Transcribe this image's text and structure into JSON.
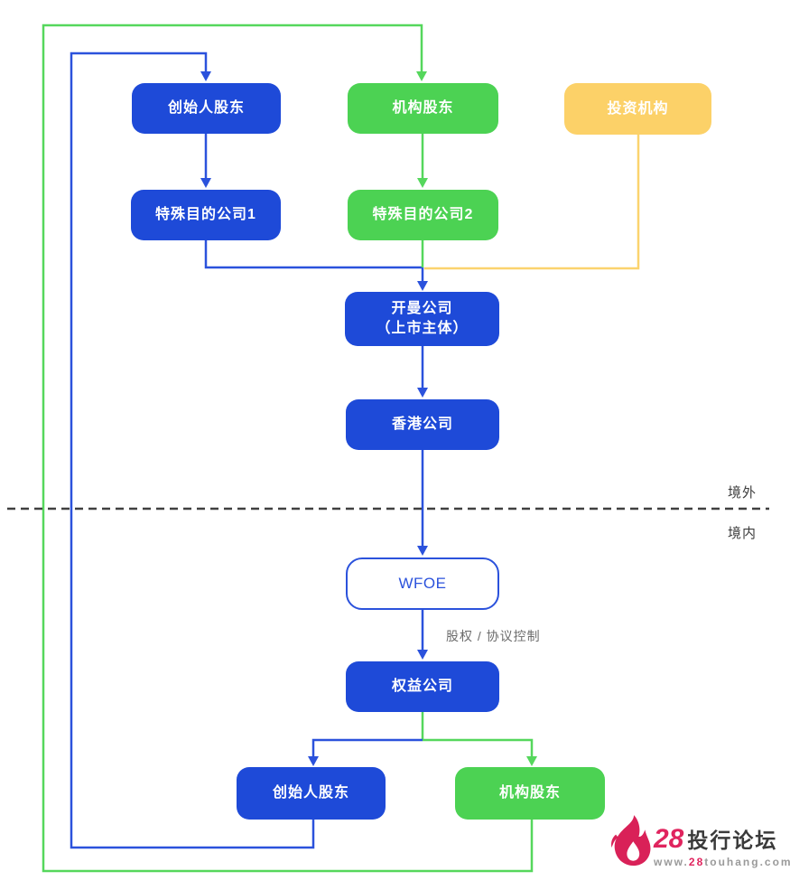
{
  "colors": {
    "blue_box": "#1e4ad8",
    "blue_line": "#2b52dc",
    "green_box": "#4cd253",
    "green_line": "#55d75c",
    "yellow_box": "#fcd168",
    "yellow_line": "#fbd36e",
    "divider": "#404040",
    "gray_label": "#6b6b6b",
    "logo_pink": "#e0245e",
    "logo_dark": "#3a3a3a",
    "logo_gray": "#9a9a9a"
  },
  "nodes": {
    "founder_top": "创始人股东",
    "institution_top": "机构股东",
    "investor": "投资机构",
    "spv1": "特殊目的公司1",
    "spv2": "特殊目的公司2",
    "cayman_line1": "开曼公司",
    "cayman_line2": "（上市主体）",
    "hongkong": "香港公司",
    "wfoe": "WFOE",
    "equity_company": "权益公司",
    "founder_bottom": "创始人股东",
    "institution_bottom": "机构股东"
  },
  "labels": {
    "offshore": "境外",
    "onshore": "境内",
    "control": "股权 / 协议控制"
  },
  "logo": {
    "number": "28",
    "name": "投行论坛",
    "url_www": "www.",
    "url_28": "28",
    "url_rest": "touhang.com"
  }
}
